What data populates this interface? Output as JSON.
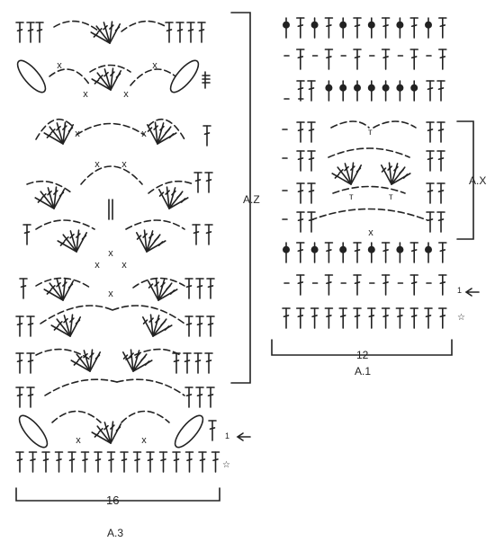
{
  "diagrams": [
    {
      "id": "A.3",
      "title": "A.3",
      "stitch_count": "16",
      "section_label": "A.Z",
      "row_marker": "1",
      "start_marker": "☆",
      "rows": [
        {
          "type": "treble-row",
          "count": 16
        },
        {
          "type": "puff-loop-row"
        },
        {
          "type": "fan-row"
        },
        {
          "type": "fan-row"
        },
        {
          "type": "fan-row"
        },
        {
          "type": "fan-row"
        },
        {
          "type": "fan-row"
        },
        {
          "type": "fan-row"
        },
        {
          "type": "fan-row"
        },
        {
          "type": "fan-row"
        },
        {
          "type": "puff-loop-row"
        },
        {
          "type": "edge-row"
        }
      ]
    },
    {
      "id": "A.1",
      "title": "A.1",
      "stitch_count": "12",
      "section_label": "A.X",
      "row_marker": "1",
      "start_marker": "☆"
    }
  ],
  "symbols": {
    "treble": "treble-stitch-icon",
    "bobble": "bobble-icon",
    "chain_arc": "chain-arc",
    "slip_stitch": "x",
    "arrow": "left-arrow-icon"
  }
}
